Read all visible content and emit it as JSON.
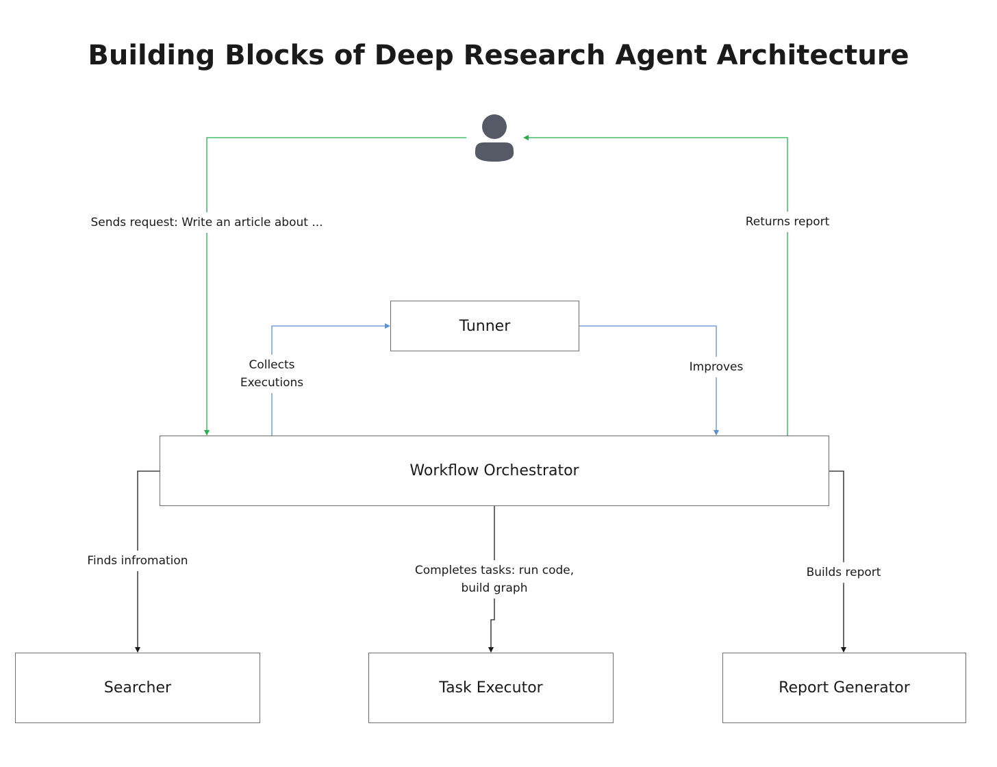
{
  "title": "Building Blocks of Deep Research Agent Architecture",
  "colors": {
    "request_flow": "#22b14c",
    "tuning_flow": "#5b8fd6",
    "dispatch_flow": "#1a1a1a",
    "user_icon": "#555a66"
  },
  "icons": {
    "user": "user-icon"
  },
  "nodes": {
    "tunner": "Tunner",
    "orchestrator": "Workflow Orchestrator",
    "searcher": "Searcher",
    "task_executor": "Task Executor",
    "report_generator": "Report Generator"
  },
  "edges": {
    "sends_request": "Sends request: Write an article about ...",
    "returns_report": "Returns report",
    "collects_line1": "Collects",
    "collects_line2": "Executions",
    "improves": "Improves",
    "finds": "Finds infromation",
    "completes_line1": "Completes tasks: run code,",
    "completes_line2": "build graph",
    "builds": "Builds report"
  }
}
